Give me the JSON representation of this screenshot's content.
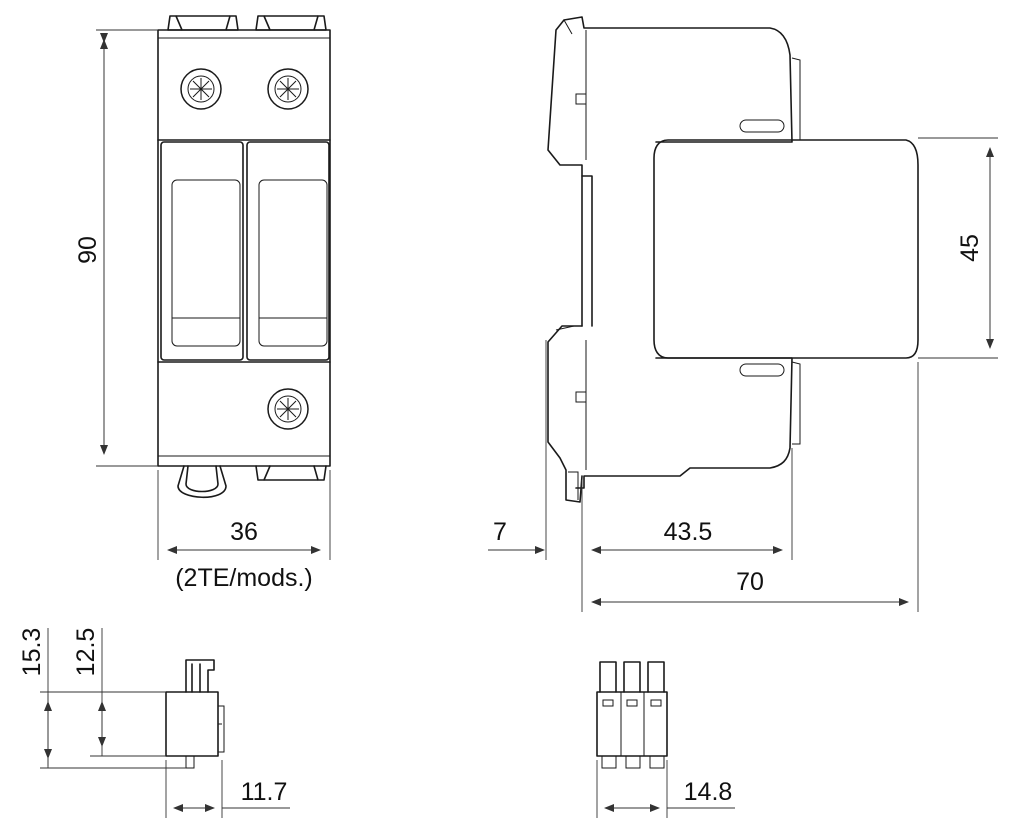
{
  "dimensions": {
    "front_height": "90",
    "front_width": "36",
    "front_width_note": "(2TE/mods.)",
    "side_left_offset": "7",
    "side_depth_partial": "43.5",
    "side_depth_total": "70",
    "side_cover_height": "45",
    "connector_total_height": "15.3",
    "connector_body_height": "12.5",
    "connector_side_width": "11.7",
    "connector_front_width": "14.8"
  }
}
